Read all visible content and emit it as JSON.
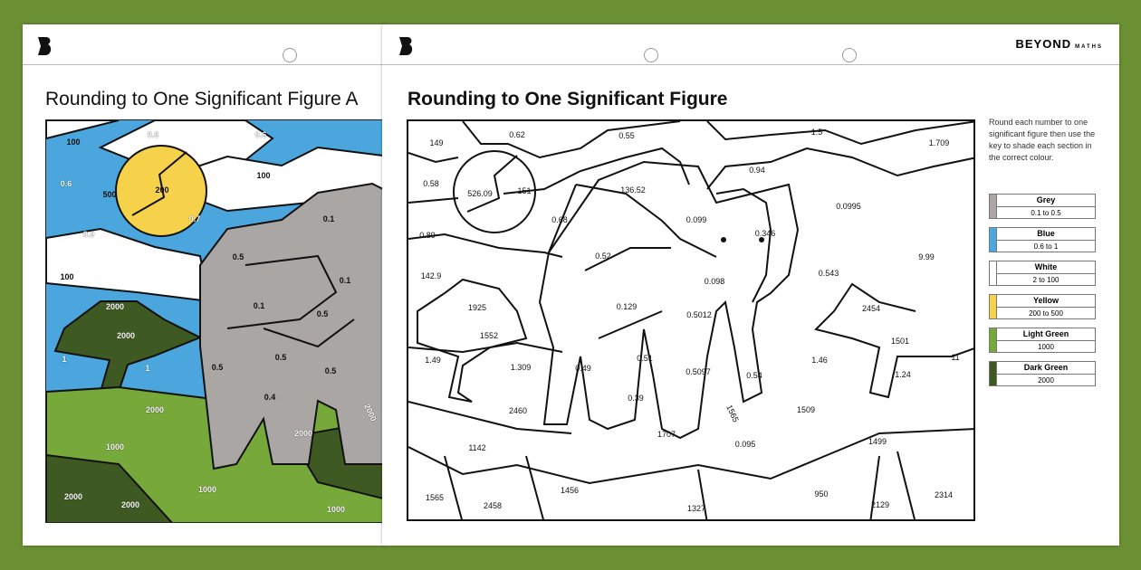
{
  "left": {
    "title": "Rounding to One Significant Figure A",
    "labels": [
      "100",
      "0.6",
      "0.6",
      "0.6",
      "500",
      "200",
      "100",
      "0.7",
      "0.9",
      "0.1",
      "0.5",
      "0.1",
      "100",
      "2000",
      "0.1",
      "0.5",
      "2000",
      "1",
      "1",
      "0.5",
      "0.5",
      "0.5",
      "0.4",
      "2000",
      "2000",
      "2000",
      "1000",
      "1000",
      "2000",
      "2000",
      "1000"
    ]
  },
  "right": {
    "brand": "BEYOND",
    "brand_sub": "MATHS",
    "title": "Rounding to One Significant Figure",
    "instructions": "Round each number to one significant figure then use the key to shade each section in the correct colour.",
    "key": [
      {
        "name": "Grey",
        "range": "0.1 to 0.5",
        "color": "#a9a6a3"
      },
      {
        "name": "Blue",
        "range": "0.6 to 1",
        "color": "#4aa6dc"
      },
      {
        "name": "White",
        "range": "2 to 100",
        "color": "#ffffff"
      },
      {
        "name": "Yellow",
        "range": "200 to 500",
        "color": "#f6d24a"
      },
      {
        "name": "Light Green",
        "range": "1000",
        "color": "#77a83a"
      },
      {
        "name": "Dark Green",
        "range": "2000",
        "color": "#3e5a22"
      }
    ],
    "labels": [
      "149",
      "0.62",
      "0.55",
      "1.5",
      "1.709",
      "0.58",
      "526.09",
      "151",
      "136.52",
      "0.94",
      "0.0995",
      "0.68",
      "0.099",
      "0.346",
      "0.89",
      "0.52",
      "9.99",
      "142.9",
      "0.098",
      "0.543",
      "1925",
      "0.129",
      "0.5012",
      "2454",
      "1552",
      "1501",
      "1.49",
      "1.309",
      "0.49",
      "0.51",
      "0.5097",
      "0.54",
      "1.46",
      "1.24",
      "11",
      "0.39",
      "1565",
      "2460",
      "1509",
      "1707",
      "0.095",
      "1499",
      "1142",
      "1456",
      "950",
      "2314",
      "1565",
      "2458",
      "1327",
      "2129"
    ]
  }
}
